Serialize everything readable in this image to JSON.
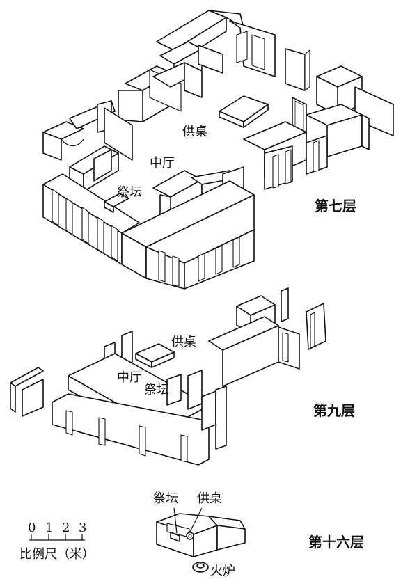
{
  "floors": [
    {
      "title": "第七层",
      "labels": {
        "offering_table": "供桌",
        "central_hall": "中厅",
        "altar": "祭坛"
      }
    },
    {
      "title": "第九层",
      "labels": {
        "offering_table": "供桌",
        "central_hall": "中厅",
        "altar": "祭坛"
      }
    },
    {
      "title": "第十六层",
      "labels": {
        "altar": "祭坛",
        "offering_table": "供桌",
        "stove": "火炉"
      }
    }
  ],
  "scale_bar": {
    "ticks": [
      "0",
      "1",
      "2",
      "3"
    ],
    "caption": "比例尺（米）"
  }
}
